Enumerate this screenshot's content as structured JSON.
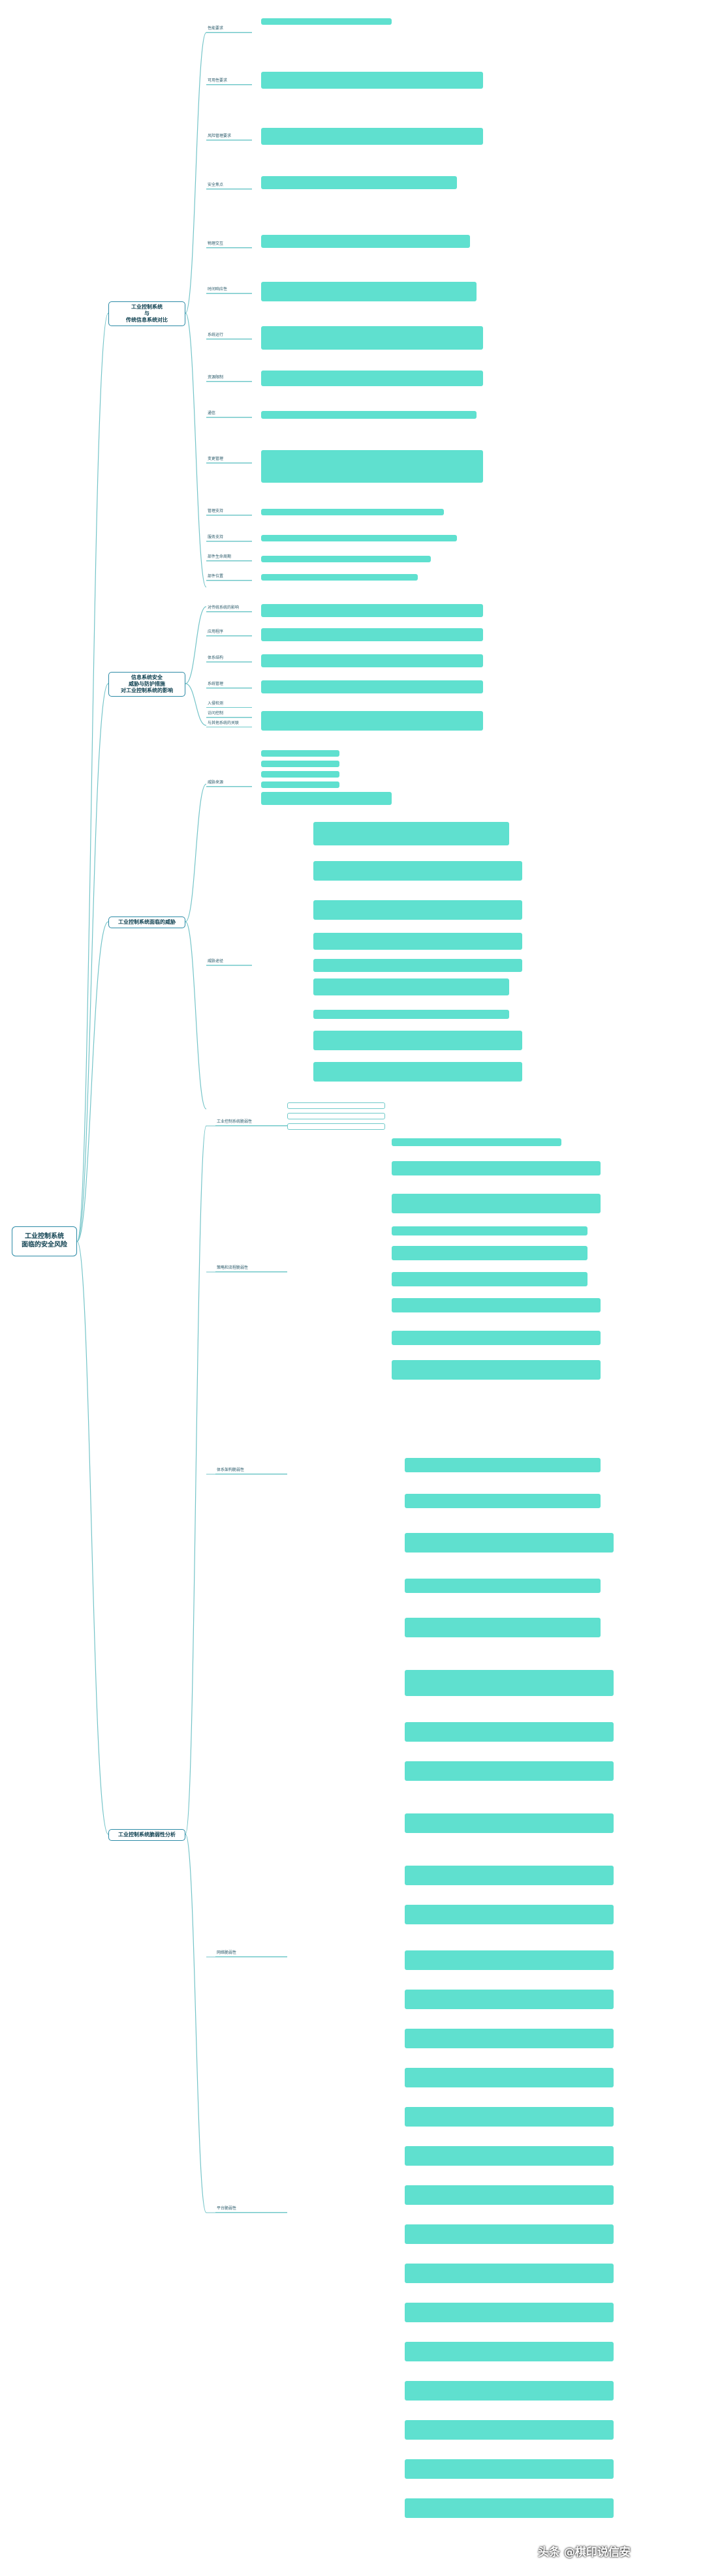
{
  "root": {
    "label": "工业控制系统\n面临的安全风险"
  },
  "branches": [
    {
      "label": "工业控制系统\n与\n传统信息系统对比",
      "items": [
        "性能要求",
        "可用性要求",
        "风险管理要求",
        "安全焦点",
        "物理交互",
        "时间响应性",
        "系统运行",
        "资源限制",
        "通信",
        "变更管理",
        "管理支持",
        "服务支持",
        "部件生命周期",
        "部件位置"
      ]
    },
    {
      "label": "信息系统安全\n威胁与防护措施\n对工业控制系统的影响",
      "items": [
        "对传统系统的影响",
        "应用程序",
        "体系结构",
        "系统管理",
        "入侵检测",
        "访问控制",
        "与其他系统的关联"
      ]
    },
    {
      "label": "工业控制系统面临的威胁",
      "items": [
        "威胁来源",
        "威胁途径"
      ]
    },
    {
      "label": "工业控制系统脆弱性分析",
      "items": [
        "工业控制系统脆弱性",
        "策略和流程脆弱性",
        "体系架构脆弱性",
        "网络脆弱性",
        "平台脆弱性"
      ]
    }
  ],
  "watermark": {
    "text": "头条 @棋印说信安"
  }
}
